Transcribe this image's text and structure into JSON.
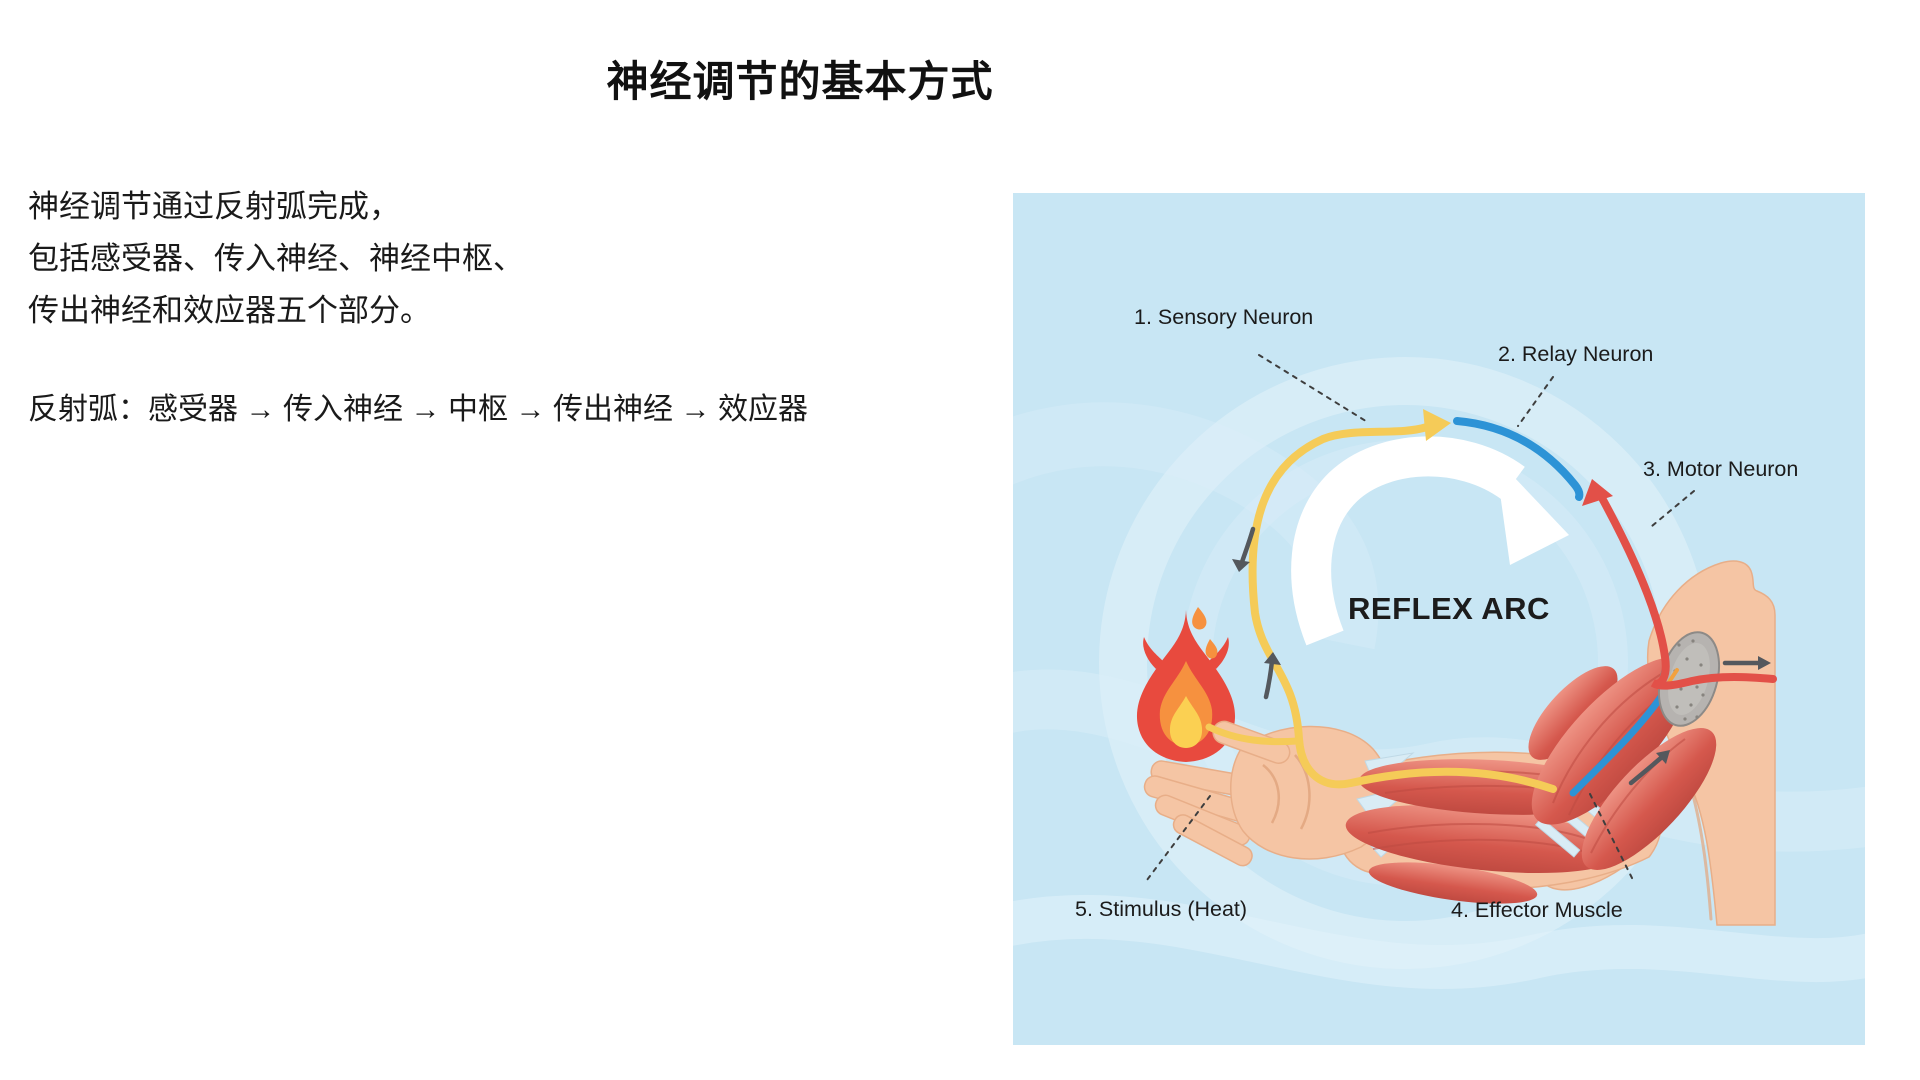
{
  "title": "神经调节的基本方式",
  "intro": {
    "lines": [
      "神经调节通过反射弧完成，",
      "包括感受器、传入神经、神经中枢、",
      "传出神经和效应器五个部分。"
    ]
  },
  "formula": "反射弧：感受器 → 传入神经 → 中枢 → 传出神经 → 效应器",
  "diagram": {
    "center_label": "REFLEX ARC",
    "labels": {
      "sensory": "1. Sensory Neuron",
      "relay": "2. Relay Neuron",
      "motor": "3. Motor Neuron",
      "effector": "4. Effector Muscle",
      "stimulus": "5. Stimulus (Heat)"
    },
    "colors": {
      "background": "#C8E6F4",
      "sensory_nerve": "#F5CB58",
      "relay_nerve": "#2D93D6",
      "motor_nerve": "#E25048"
    }
  }
}
